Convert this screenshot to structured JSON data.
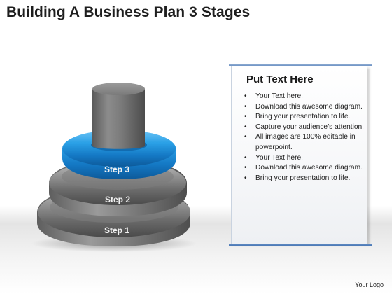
{
  "title": "Building A Business Plan 3 Stages",
  "diagram": {
    "rings": [
      {
        "label": "Step 1",
        "color": "#8a8a8a"
      },
      {
        "label": "Step 2",
        "color": "#8a8a8a"
      },
      {
        "label": "Step 3",
        "color": "#1f8fd8"
      }
    ],
    "cylinder_color": "#707070"
  },
  "panel": {
    "heading": "Put Text Here",
    "accent_color": "#4a78b5",
    "items": [
      "Your Text here.",
      "Download this awesome diagram.",
      "Bring your presentation to life.",
      "Capture your audience’s attention.",
      "All images are 100% editable in powerpoint.",
      "Your Text here.",
      "Download this awesome diagram.",
      "Bring your presentation to life."
    ]
  },
  "footer": "Your Logo"
}
